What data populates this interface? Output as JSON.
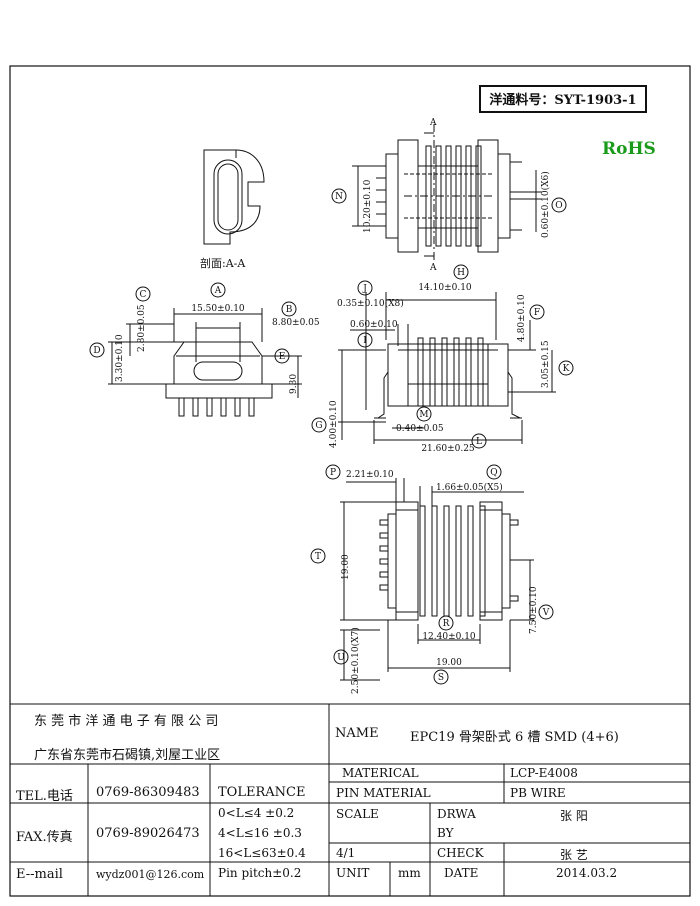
{
  "part_number": "洋通料号：SYT-1903-1",
  "rohs": "RoHS",
  "section_label": "剖面:A-A",
  "section_marks": [
    "A",
    "A"
  ],
  "dimensions": {
    "d_1020": "10.20±0.10",
    "d_060x6": "0.60±0.10(X6)",
    "d_1550": "15.50±0.10",
    "d_880": "8.80±0.05",
    "d_280": "2.80±0.05",
    "d_330": "3.30±0.10",
    "d_930": "9.30",
    "d_1410": "14.10±0.10",
    "d_035x8": "0.35±0.10(X8)",
    "d_060": "0.60±0.10",
    "d_480": "4.80±0.10",
    "d_305": "3.05±0.15",
    "d_400": "4.00±0.10",
    "d_040": "0.40±0.05",
    "d_2160": "21.60±0.25",
    "d_221": "2.21±0.10",
    "d_166x5": "1.66±0.05(X5)",
    "d_1900v": "19.00",
    "d_1240": "12.40±0.10",
    "d_750": "7.50±0.10",
    "d_250x7": "2.50±0.10(X7)",
    "d_1900h": "19.00"
  },
  "markers": {
    "A": "A",
    "B": "B",
    "C": "C",
    "D": "D",
    "E": "E",
    "F": "F",
    "G": "G",
    "H": "H",
    "I": "I",
    "J": "J",
    "K": "K",
    "L": "L",
    "M": "M",
    "N": "N",
    "O": "O",
    "P": "P",
    "Q": "Q",
    "R": "R",
    "S": "S",
    "T": "T",
    "U": "U",
    "V": "V"
  },
  "title_block": {
    "company": "东 莞 市 洋 通 电 子 有 限 公 司",
    "address": "广东省东莞市石碣镇,刘屋工业区",
    "name_label": "NAME",
    "name_value": "EPC19  骨架卧式 6 槽 SMD (4+6)",
    "tel_label": "TEL.电话",
    "tel_value": "0769-86309483",
    "fax_label": "FAX.传真",
    "fax_value": "0769-89026473",
    "email_label": "E--mail",
    "email_value": "wydz001@126.com",
    "tolerance_label": "TOLERANCE",
    "tol_1": "0<L≤4   ±0.2",
    "tol_2": "4<L≤16  ±0.3",
    "tol_3": "16<L≤63±0.4",
    "tol_4": "Pin pitch±0.2",
    "material_label": "MATERICAL",
    "material_value": "LCP-E4008",
    "pin_material_label": "PIN MATERIAL",
    "pin_material_value": "PB WIRE",
    "scale_label": "SCALE",
    "scale_value": "4/1",
    "drawn_label_1": "DRWA",
    "drawn_label_2": "BY",
    "drawn_value": "张 阳",
    "check_label": "CHECK",
    "check_value": "张 艺",
    "unit_label": "UNIT",
    "unit_value": "mm",
    "date_label": "DATE",
    "date_value": "2014.03.2"
  }
}
